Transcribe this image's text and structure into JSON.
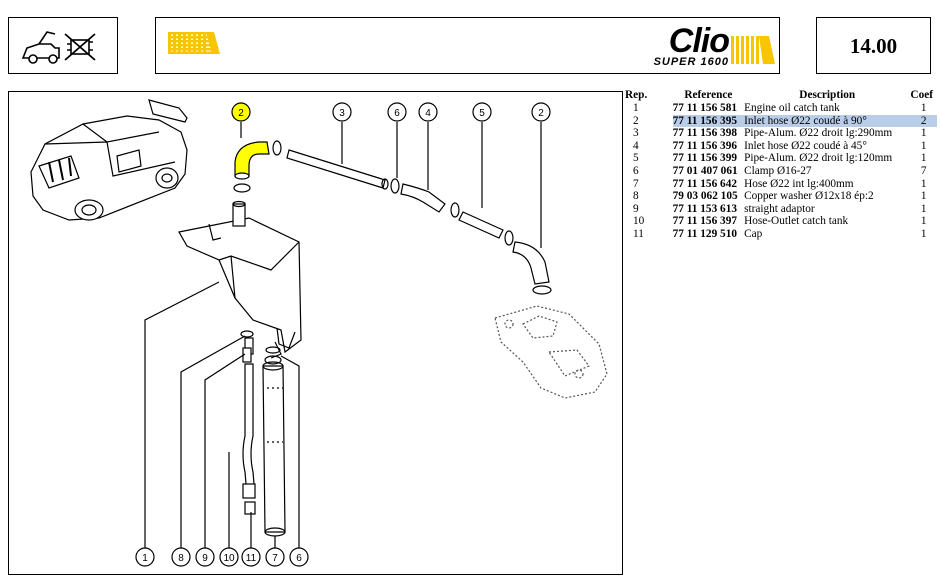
{
  "header": {
    "page_number": "14.00",
    "logo_word": "Clio",
    "logo_sub": "SUPER 1600"
  },
  "table": {
    "headers": {
      "rep": "Rep.",
      "reference": "Reference",
      "description": "Description",
      "coef": "Coef"
    },
    "rows": [
      {
        "rep": "1",
        "reference": "77 11 156 581",
        "description": "Engine oil catch tank",
        "coef": "1"
      },
      {
        "rep": "2",
        "reference": "77 11 156 395",
        "description": "Inlet hose Ø22 coudé à 90°",
        "coef": "2"
      },
      {
        "rep": "3",
        "reference": "77 11 156 398",
        "description": "Pipe-Alum. Ø22 droit lg:290mm",
        "coef": "1"
      },
      {
        "rep": "4",
        "reference": "77 11 156 396",
        "description": "Inlet hose Ø22 coudé à 45°",
        "coef": "1"
      },
      {
        "rep": "5",
        "reference": "77 11 156 399",
        "description": "Pipe-Alum. Ø22 droit lg:120mm",
        "coef": "1"
      },
      {
        "rep": "6",
        "reference": "77 01 407 061",
        "description": "Clamp Ø16-27",
        "coef": "7"
      },
      {
        "rep": "7",
        "reference": "77 11 156 642",
        "description": "Hose Ø22 int lg:400mm",
        "coef": "1"
      },
      {
        "rep": "8",
        "reference": "79 03 062 105",
        "description": "Copper washer Ø12x18 ép:2",
        "coef": "1"
      },
      {
        "rep": "9",
        "reference": "77 11 153 613",
        "description": "straight adaptor",
        "coef": "1"
      },
      {
        "rep": "10",
        "reference": "77 11 156 397",
        "description": "Hose-Outlet catch tank",
        "coef": "1"
      },
      {
        "rep": "11",
        "reference": "77 11 129 510",
        "description": "Cap",
        "coef": "1"
      }
    ],
    "selected_row": 1
  },
  "diagram": {
    "callouts": {
      "top_2_hl": "2",
      "top_3": "3",
      "top_6": "6",
      "top_4": "4",
      "top_5": "5",
      "top_2": "2",
      "bot_1": "1",
      "bot_8": "8",
      "bot_9": "9",
      "bot_10": "10",
      "bot_11": "11",
      "bot_7": "7",
      "bot_6": "6"
    },
    "highlight_color": "#ffff00",
    "brand_yellow": "#f7c600"
  }
}
